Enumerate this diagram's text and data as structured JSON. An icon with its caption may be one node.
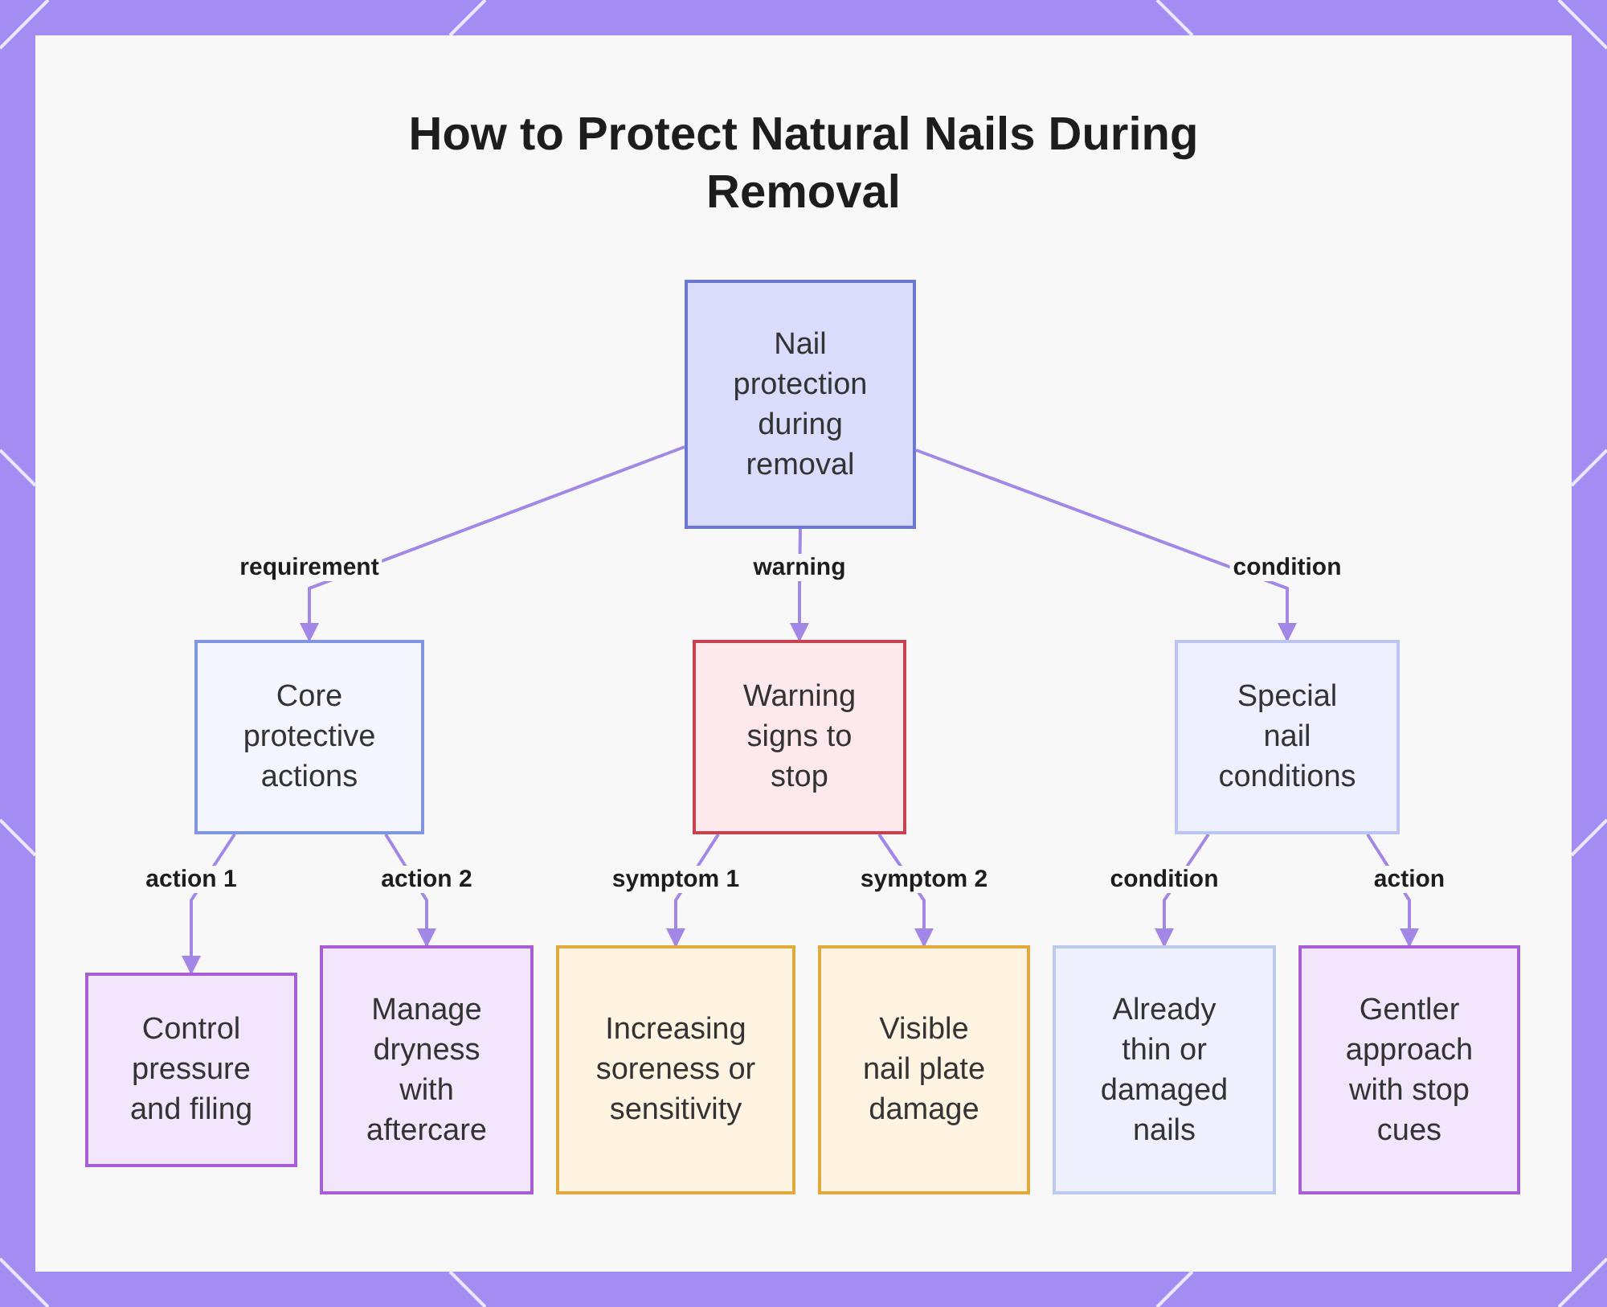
{
  "diagram": {
    "title": "How to Protect Natural Nails During Removal",
    "nodes": [
      {
        "text": [
          "Nail protection during removal"
        ]
      },
      {
        "text": [
          "Core protective actions"
        ]
      },
      {
        "text": [
          "Warning signs to stop"
        ]
      },
      {
        "text": [
          "Special nail conditions"
        ]
      },
      {
        "text": [
          "Control pressure and filing"
        ]
      },
      {
        "text": [
          "Manage dryness with aftercare"
        ]
      },
      {
        "text": [
          "Increasing soreness or sensitivity"
        ]
      },
      {
        "text": [
          "Visible nail plate damage"
        ]
      },
      {
        "text": [
          "Already thin or damaged nails"
        ]
      },
      {
        "text": [
          "Gentler approach with stop cues"
        ]
      }
    ],
    "edges": [
      {
        "from": 0,
        "to": 1,
        "arrow": "to",
        "label": "requirement"
      },
      {
        "from": 0,
        "to": 2,
        "arrow": "to",
        "label": "warning"
      },
      {
        "from": 0,
        "to": 3,
        "arrow": "to",
        "label": "condition"
      },
      {
        "from": 1,
        "to": 4,
        "arrow": "to",
        "label": "action 1"
      },
      {
        "from": 1,
        "to": 5,
        "arrow": "to",
        "label": "action 2"
      },
      {
        "from": 2,
        "to": 6,
        "arrow": "to",
        "label": "symptom 1"
      },
      {
        "from": 2,
        "to": 7,
        "arrow": "to",
        "label": "symptom 2"
      },
      {
        "from": 3,
        "to": 8,
        "arrow": "to",
        "label": "condition"
      },
      {
        "from": 3,
        "to": 9,
        "arrow": "to",
        "label": "action"
      }
    ]
  }
}
